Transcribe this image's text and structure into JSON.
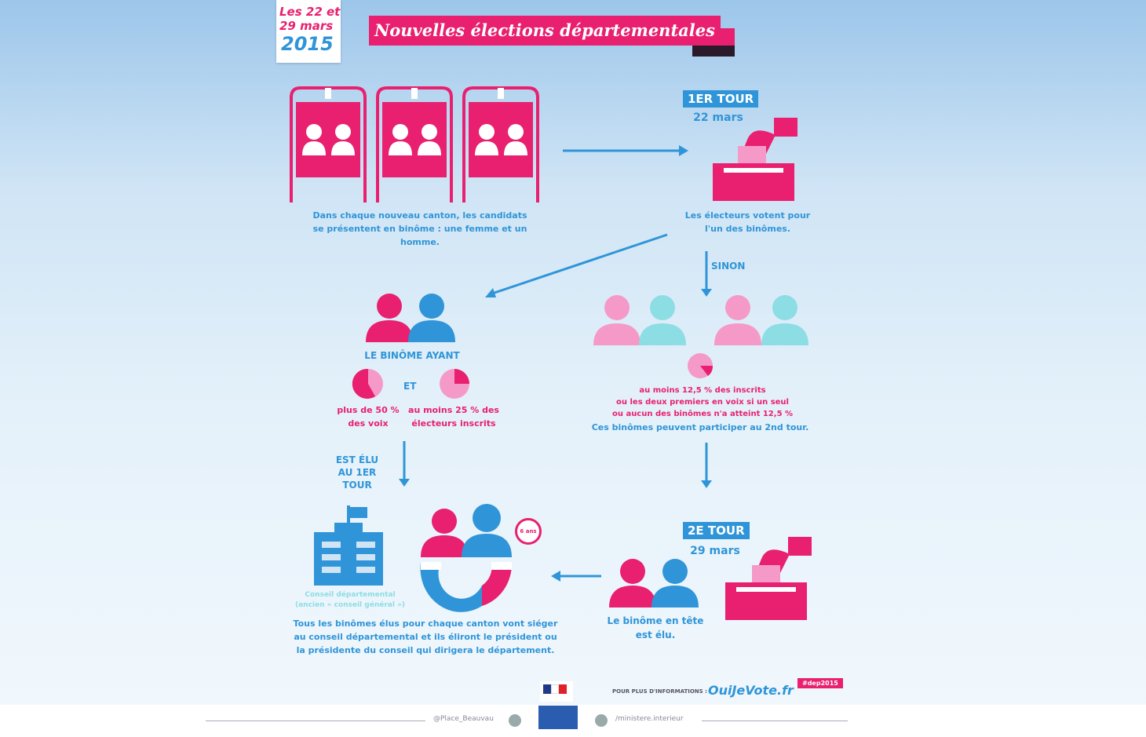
{
  "header": {
    "badge_line1": "Les 22 et",
    "badge_line2": "29 mars",
    "badge_line3": "2015",
    "title": "Nouvelles élections départementales"
  },
  "step1": {
    "caption": "Dans chaque nouveau canton, les candidats se présentent en binôme : une femme et un homme."
  },
  "round1": {
    "label": "1ER TOUR",
    "date": "22 mars",
    "caption": "Les électeurs votent pour l'un des binômes."
  },
  "sinon_label": "SINON",
  "winner": {
    "title": "LE BINÔME AYANT",
    "and_label": "ET",
    "cond1": "plus de 50 % des voix",
    "cond2": "au moins 25 % des électeurs inscrits",
    "elected_label_line1": "EST ÉLU",
    "elected_label_line2": "AU 1ER TOUR"
  },
  "qualify": {
    "line1": "au moins 12,5 % des inscrits",
    "line2": "ou les deux premiers en voix si un seul",
    "line3": "ou aucun des binômes n'a atteint 12,5 %",
    "line4": "Ces binômes peuvent participer au 2nd tour."
  },
  "round2": {
    "label": "2E TOUR",
    "date": "29 mars",
    "caption_line1": "Le binôme en tête",
    "caption_line2": "est élu."
  },
  "council": {
    "building_caption_line1": "Conseil départemental",
    "building_caption_line2": "(ancien « conseil général »)",
    "caption": "Tous les binômes élus pour chaque canton vont siéger au conseil départemental et ils éliront le président ou la présidente du conseil qui dirigera le département.",
    "term_label": "6 ans"
  },
  "footer": {
    "info_label": "POUR PLUS D'INFORMATIONS :",
    "site": "OuiJeVote.fr",
    "hashtag": "#dep2015",
    "twitter": "@Place_Beauvau",
    "facebook": "/ministere.interieur"
  },
  "colors": {
    "pink": "#e8206f",
    "blue": "#2f95d8",
    "light_pink": "#f59ac8",
    "light_blue": "#8ddde4"
  }
}
